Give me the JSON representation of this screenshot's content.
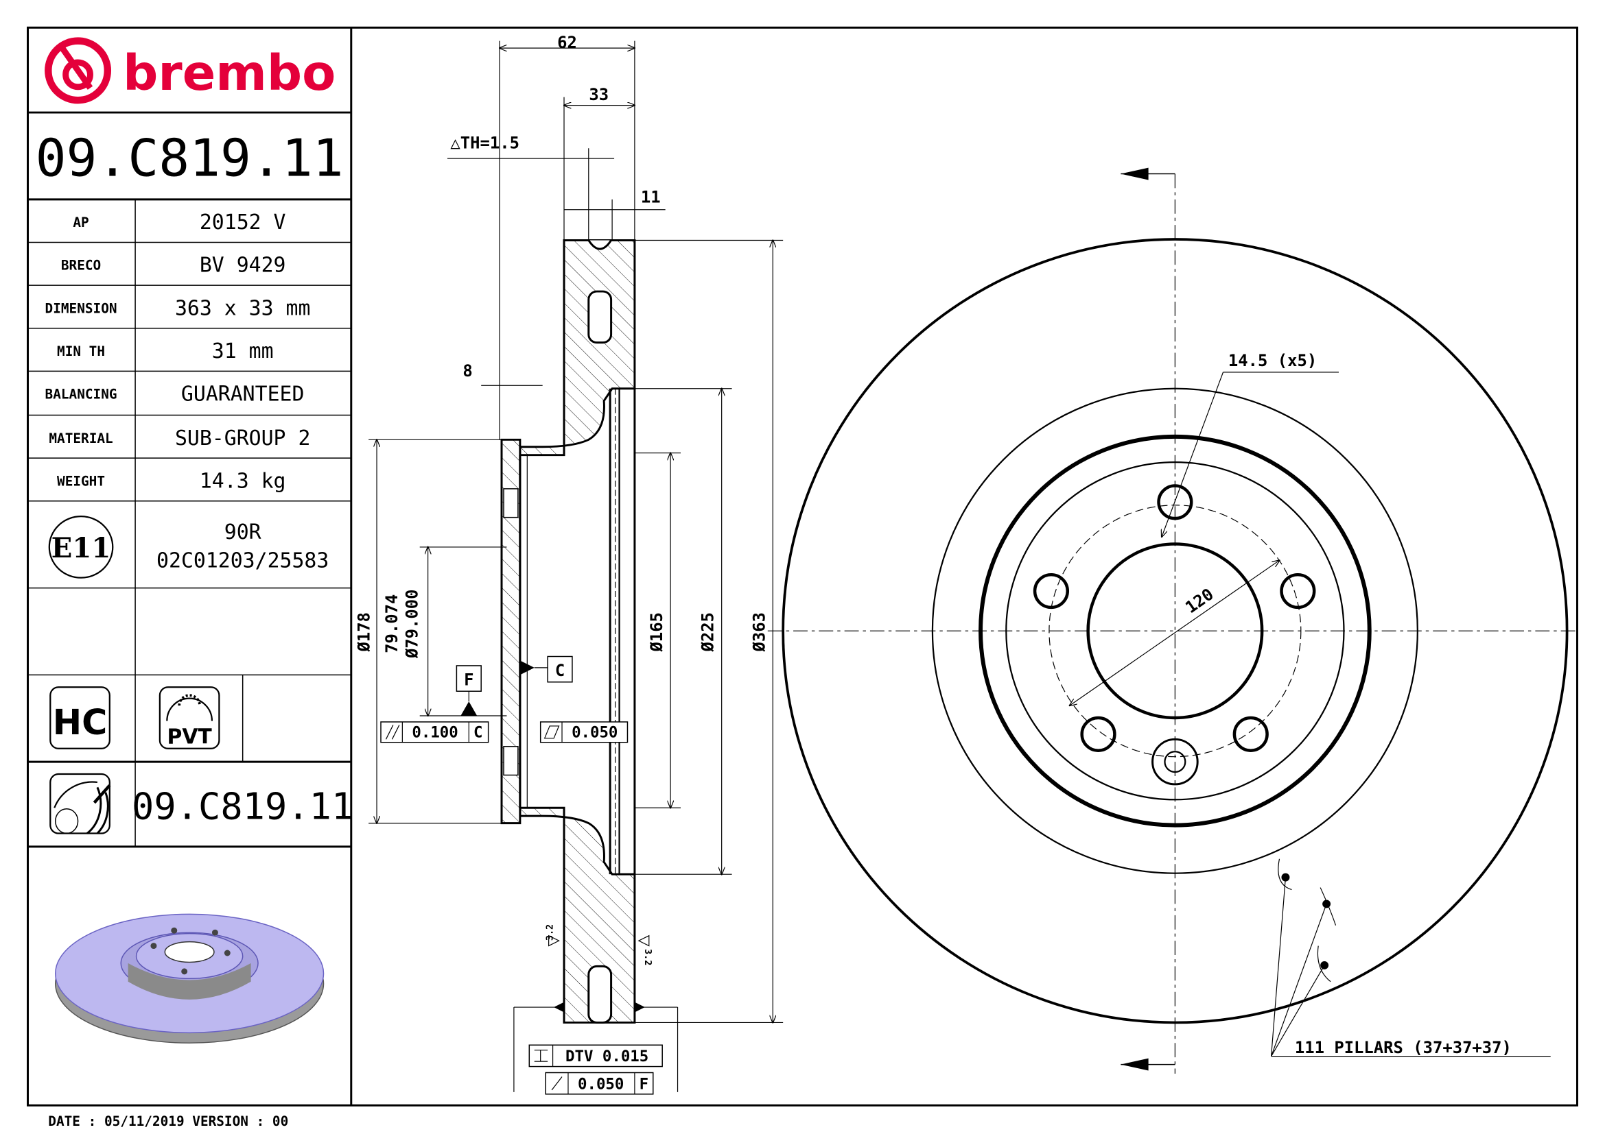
{
  "brand": {
    "logo_text": "brembo",
    "color": "#e4003a"
  },
  "part_number": "09.C819.11",
  "specs": [
    {
      "label": "AP",
      "value": "20152 V"
    },
    {
      "label": "BRECO",
      "value": "BV 9429"
    },
    {
      "label": "DIMENSION",
      "value": "363 x 33 mm"
    },
    {
      "label": "MIN TH",
      "value": "31 mm"
    },
    {
      "label": "BALANCING",
      "value": "GUARANTEED"
    },
    {
      "label": "MATERIAL",
      "value": "SUB-GROUP 2"
    },
    {
      "label": "WEIGHT",
      "value": "14.3 kg"
    }
  ],
  "approval": {
    "mark": "E11",
    "line1": "90R",
    "line2": "02C01203/25583"
  },
  "badges": {
    "hc": "HC",
    "pvt": "PVT"
  },
  "bottom_part_number": "09.C819.11",
  "footer": "DATE : 05/11/2019 VERSION : 00",
  "section_view": {
    "dim_62": "62",
    "dim_33": "33",
    "delta_th": "△TH=1.5",
    "dim_11": "11",
    "dim_8": "8",
    "dia_178": "Ø178",
    "dia_79_max": "79.074",
    "dia_79_min": "Ø79.000",
    "dia_165": "Ø165",
    "dia_225": "Ø225",
    "dia_363": "Ø363",
    "datum_f": "F",
    "datum_c": "C",
    "parallelism_value": "0.100",
    "parallelism_datum": "C",
    "flatness_value": "0.050",
    "roughness_left": "3.2",
    "roughness_right": "3.2",
    "dtv": "DTV 0.015",
    "runout_value": "0.050",
    "runout_datum": "F"
  },
  "front_view": {
    "hole_label": "14.5 (x5)",
    "pcd": "120",
    "pillars": "111 PILLARS (37+37+37)"
  }
}
